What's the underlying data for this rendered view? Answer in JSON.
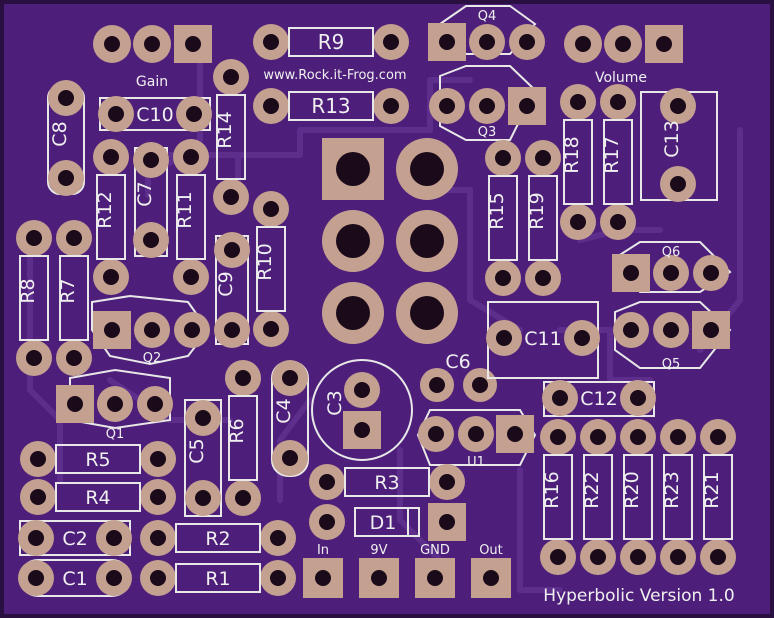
{
  "board": {
    "url_text": "www.Rock.it-Frog.com",
    "version_text": "Hyperbolic Version 1.0",
    "colors": {
      "board": "#4d1f7a",
      "edge": "#2a1040",
      "trace": "#5d2e8c",
      "pad": "#c4a090",
      "hole": "#1a0a1a",
      "silk": "#e8e8e8"
    }
  },
  "pots": {
    "gain": "Gain",
    "volume": "Volume"
  },
  "connectors": {
    "in": "In",
    "nine_volt": "9V",
    "gnd": "GND",
    "out": "Out"
  },
  "resistors": {
    "R1": "R1",
    "R2": "R2",
    "R3": "R3",
    "R4": "R4",
    "R5": "R5",
    "R6": "R6",
    "R7": "R7",
    "R8": "R8",
    "R9": "R9",
    "R10": "R10",
    "R11": "R11",
    "R12": "R12",
    "R13": "R13",
    "R14": "R14",
    "R15": "R15",
    "R16": "R16",
    "R17": "R17",
    "R18": "R18",
    "R19": "R19",
    "R20": "R20",
    "R21": "R21",
    "R22": "R22",
    "R23": "R23"
  },
  "capacitors": {
    "C1": "C1",
    "C2": "C2",
    "C3": "C3",
    "C4": "C4",
    "C5": "C5",
    "C6": "C6",
    "C7": "C7",
    "C8": "C8",
    "C9": "C9",
    "C10": "C10",
    "C11": "C11",
    "C12": "C12",
    "C13": "C13"
  },
  "transistors": {
    "Q1": "Q1",
    "Q2": "Q2",
    "Q3": "Q3",
    "Q4": "Q4",
    "Q5": "Q5",
    "Q6": "Q6"
  },
  "ics": {
    "U1": "U1"
  },
  "diodes": {
    "D1": "D1"
  }
}
